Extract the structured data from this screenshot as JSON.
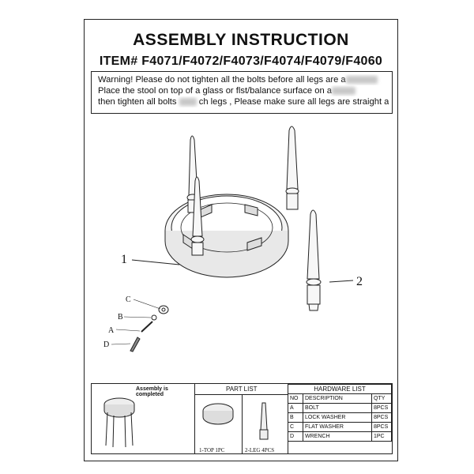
{
  "header": {
    "title": "ASSEMBLY INSTRUCTION",
    "item": "ITEM# F4071/F4072/F4073/F4074/F4079/F4060"
  },
  "warning": {
    "line1": "Warning! Please do not tighten all the bolts before all legs are a",
    "line2": "Place the stool on top of a glass or flst/balance surface on a",
    "line3a": "then tighten all bolts",
    "line3b": "ch legs , Please make sure all legs are straight after ass"
  },
  "diagram": {
    "callout_1": "1",
    "callout_2": "2",
    "label_a": "A",
    "label_b": "B",
    "label_c": "C",
    "label_d": "D"
  },
  "assembled": {
    "caption": "Assembly is completed"
  },
  "part_list": {
    "title": "PART LIST",
    "top_label": "1-TOP 1PC",
    "leg_label": "2-LEG 4PCS"
  },
  "hardware_list": {
    "title": "HARDWARE LIST",
    "headers": [
      "NO",
      "DESCRIPTION",
      "QTY"
    ],
    "rows": [
      {
        "no": "A",
        "desc": "BOLT",
        "qty": "8PCS"
      },
      {
        "no": "B",
        "desc": "LOCK WASHER",
        "qty": "8PCS"
      },
      {
        "no": "C",
        "desc": "FLAT WASHER",
        "qty": "8PCS"
      },
      {
        "no": "D",
        "desc": "WRENCH",
        "qty": "1PC"
      }
    ]
  }
}
